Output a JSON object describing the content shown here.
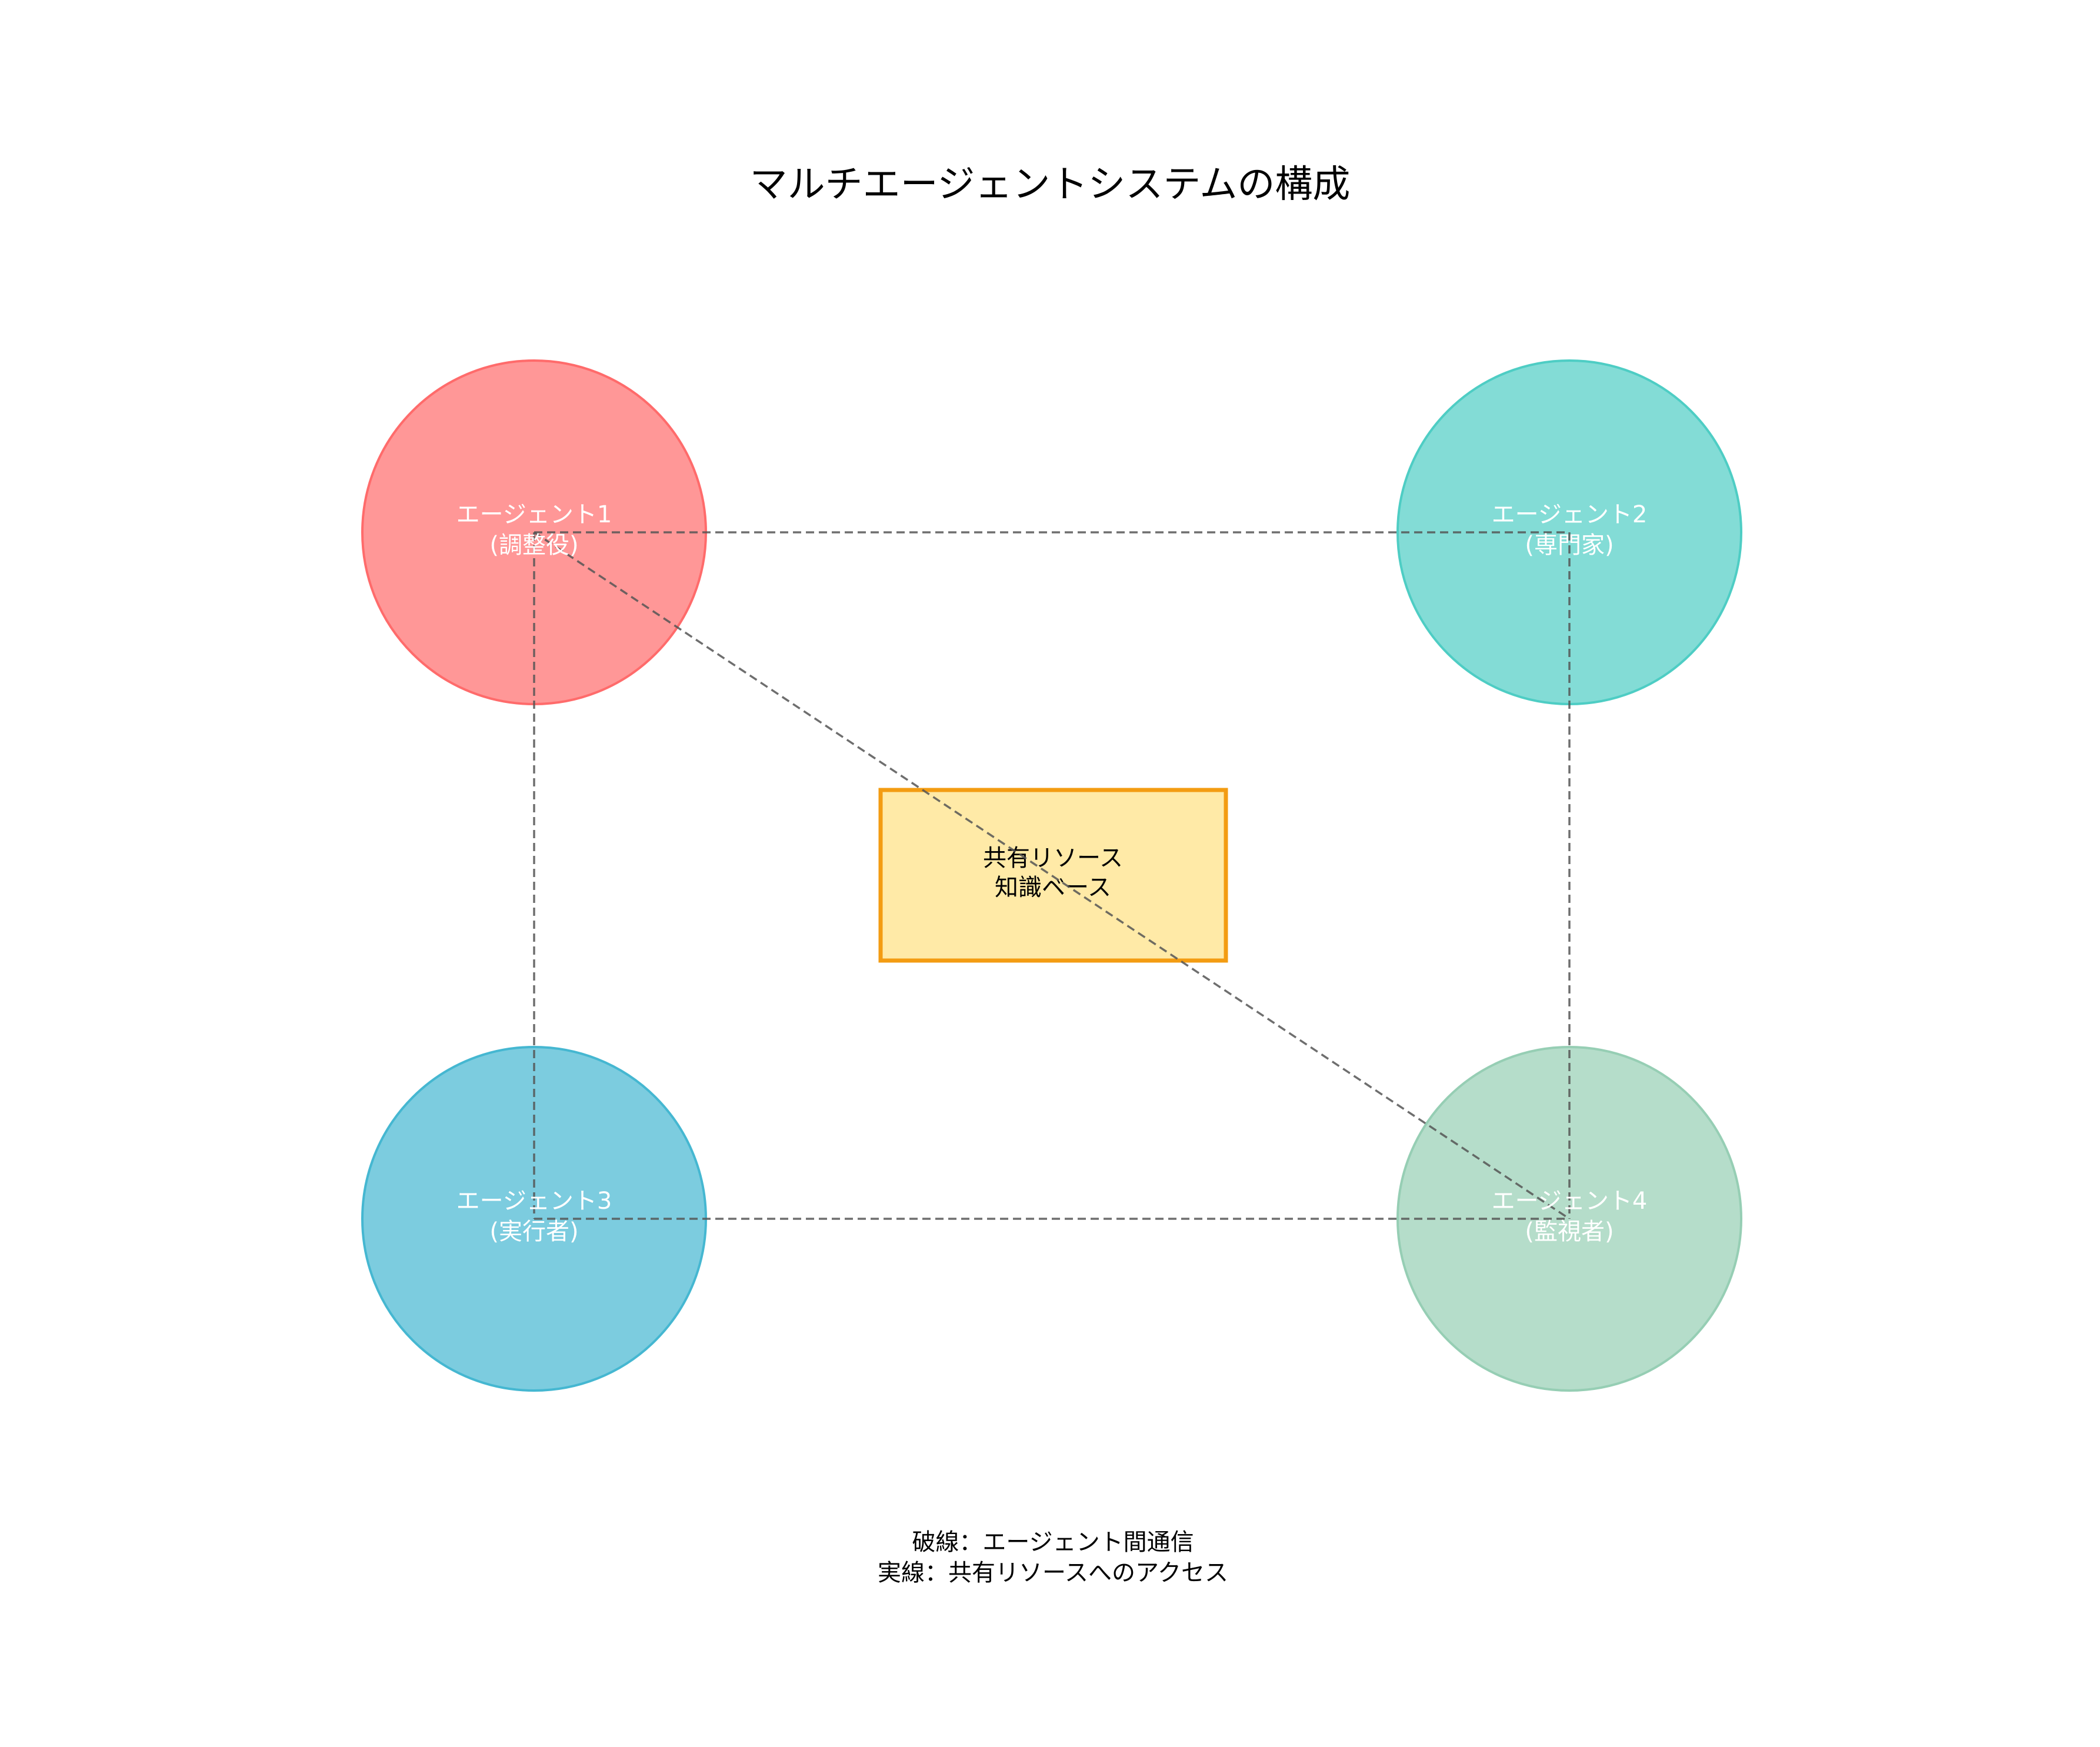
{
  "title": "マルチエージェントシステムの構成",
  "agents": [
    {
      "id": "agent1",
      "name": "エージェント1",
      "role": "(調整役)",
      "color": "#FF6B6B"
    },
    {
      "id": "agent2",
      "name": "エージェント2",
      "role": "(専門家)",
      "color": "#4ECDC4"
    },
    {
      "id": "agent3",
      "name": "エージェント3",
      "role": "(実行者)",
      "color": "#45B7D1"
    },
    {
      "id": "agent4",
      "name": "エージェント4",
      "role": "(監視者)",
      "color": "#96CEB4"
    }
  ],
  "shared_resource": {
    "line1": "共有リソース",
    "line2": "知識ベース",
    "fill_color": "#FFEAA7",
    "border_color": "#F39C12"
  },
  "connections": [
    {
      "from": "agent1",
      "to": "agent2",
      "style": "dashed"
    },
    {
      "from": "agent1",
      "to": "agent3",
      "style": "dashed"
    },
    {
      "from": "agent2",
      "to": "agent4",
      "style": "dashed"
    },
    {
      "from": "agent3",
      "to": "agent4",
      "style": "dashed"
    },
    {
      "from": "agent1",
      "to": "agent4",
      "style": "dashed"
    }
  ],
  "legend": {
    "line1": "破線：エージェント間通信",
    "line2": "実線：共有リソースへのアクセス"
  }
}
